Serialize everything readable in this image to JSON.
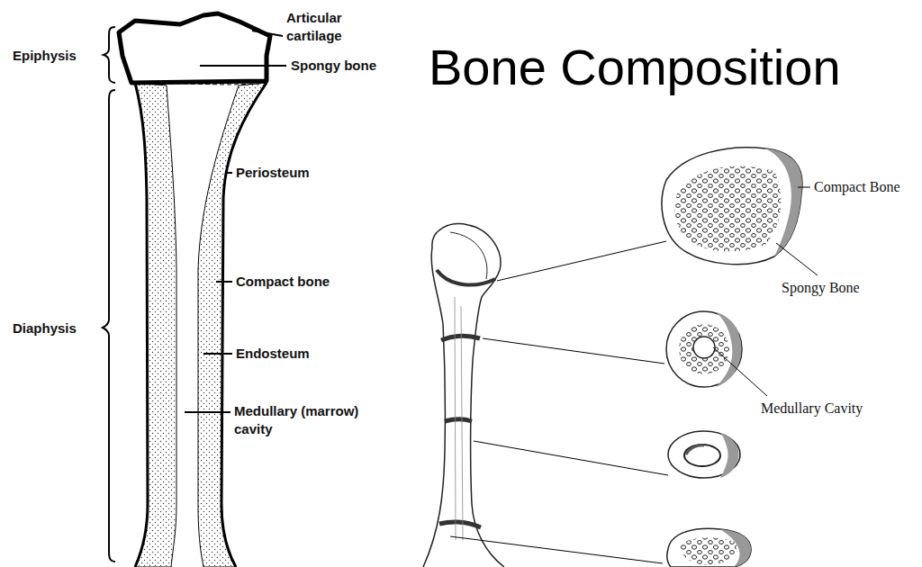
{
  "diagram": {
    "title": "Bone Composition",
    "labels": [
      "Epiphysis",
      "Articular cartilage",
      "Spongy bone",
      "Periosteum",
      "Compact bone",
      "Diaphysis",
      "Endosteum",
      "Medullary (marrow) cavity",
      "Compact Bone",
      "Spongy Bone",
      "Medullary Cavity"
    ]
  }
}
